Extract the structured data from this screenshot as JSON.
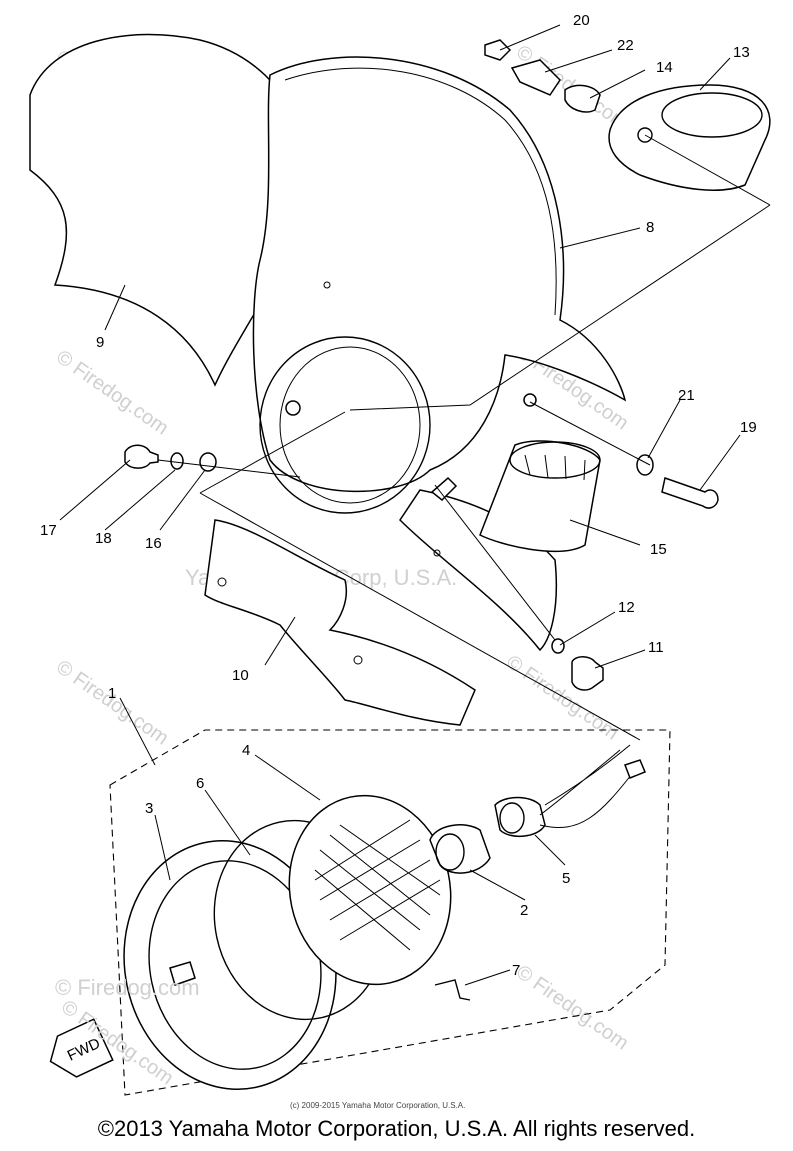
{
  "watermarks": {
    "site": "© Firedog.com",
    "firedog_com": "© Firedog.com",
    "center": "Yamaha Motor Corp, U.S.A."
  },
  "fwd_label": "FWD",
  "small_copyright": "(c) 2009-2015 Yamaha Motor Corporation, U.S.A.",
  "copyright": "©2013 Yamaha Motor Corporation, U.S.A. All rights reserved.",
  "callouts": [
    "20",
    "22",
    "14",
    "13",
    "8",
    "9",
    "21",
    "19",
    "17",
    "18",
    "16",
    "15",
    "12",
    "11",
    "10",
    "1",
    "4",
    "6",
    "3",
    "5",
    "2",
    "7"
  ],
  "colors": {
    "ink": "#000000",
    "watermark": "#cfcfcf",
    "background": "#ffffff"
  }
}
